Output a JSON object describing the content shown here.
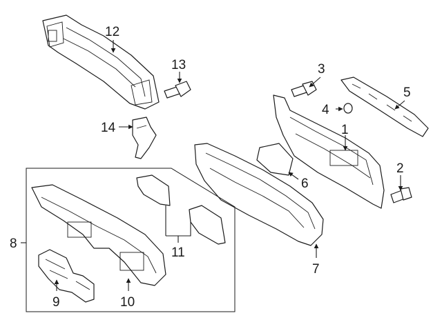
{
  "callouts": [
    {
      "id": "c1",
      "label": "1"
    },
    {
      "id": "c2",
      "label": "2"
    },
    {
      "id": "c3",
      "label": "3"
    },
    {
      "id": "c4",
      "label": "4"
    },
    {
      "id": "c5",
      "label": "5"
    },
    {
      "id": "c6",
      "label": "6"
    },
    {
      "id": "c7",
      "label": "7"
    },
    {
      "id": "c8",
      "label": "8"
    },
    {
      "id": "c9",
      "label": "9"
    },
    {
      "id": "c10",
      "label": "10"
    },
    {
      "id": "c11",
      "label": "11"
    },
    {
      "id": "c12",
      "label": "12"
    },
    {
      "id": "c13",
      "label": "13"
    },
    {
      "id": "c14",
      "label": "14"
    }
  ],
  "colors": {
    "line": "#1a1a1a",
    "background": "#ffffff"
  }
}
